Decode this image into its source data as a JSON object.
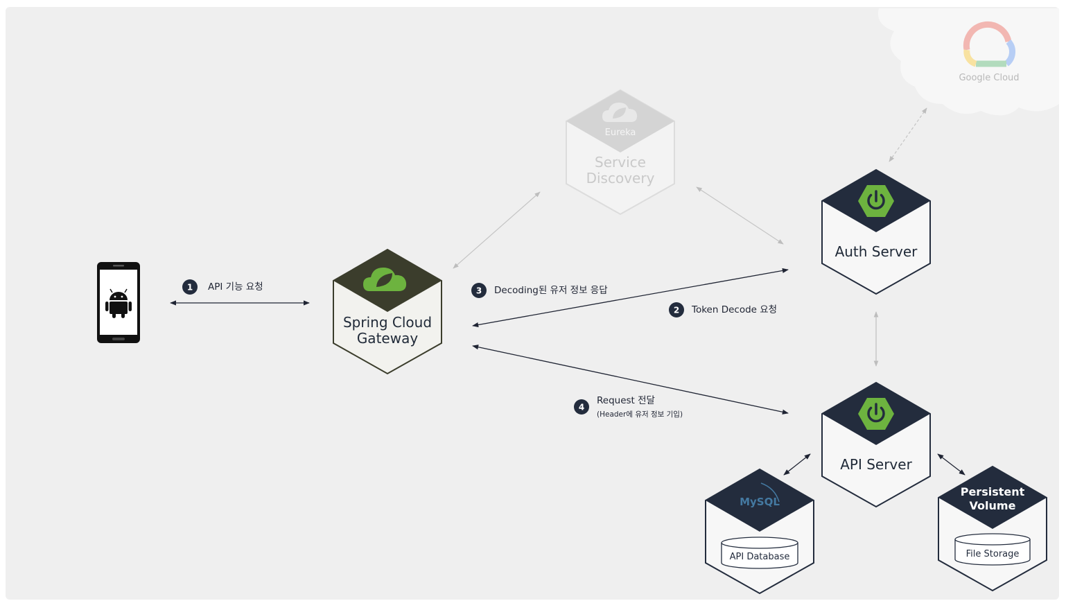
{
  "nodes": {
    "gateway": {
      "line1": "Spring Cloud",
      "line2": "Gateway"
    },
    "discovery": {
      "badge": "Eureka",
      "line1": "Service",
      "line2": "Discovery"
    },
    "auth": {
      "line1": "Auth Server"
    },
    "api": {
      "line1": "API Server"
    },
    "mysql": {
      "logo": "MySQL",
      "db": "API Database"
    },
    "pv": {
      "line1": "Persistent",
      "line2": "Volume",
      "storage": "File Storage"
    },
    "cloud": {
      "label": "Google Cloud"
    }
  },
  "steps": [
    {
      "num": "1",
      "text": "API 기능 요청"
    },
    {
      "num": "2",
      "text": "Token Decode 요청"
    },
    {
      "num": "3",
      "text": "Decoding된 유저 정보 응답"
    },
    {
      "num": "4",
      "text": "Request 전달",
      "sub": "(Header에 유저 정보 기입)"
    }
  ],
  "colors": {
    "background": "#efefef",
    "navy": "#232c3d",
    "gateway_dark": "#3b3d2c",
    "spring_green": "#6db33f",
    "arrow": "#1f2433",
    "faded": "#c8c8c8"
  }
}
